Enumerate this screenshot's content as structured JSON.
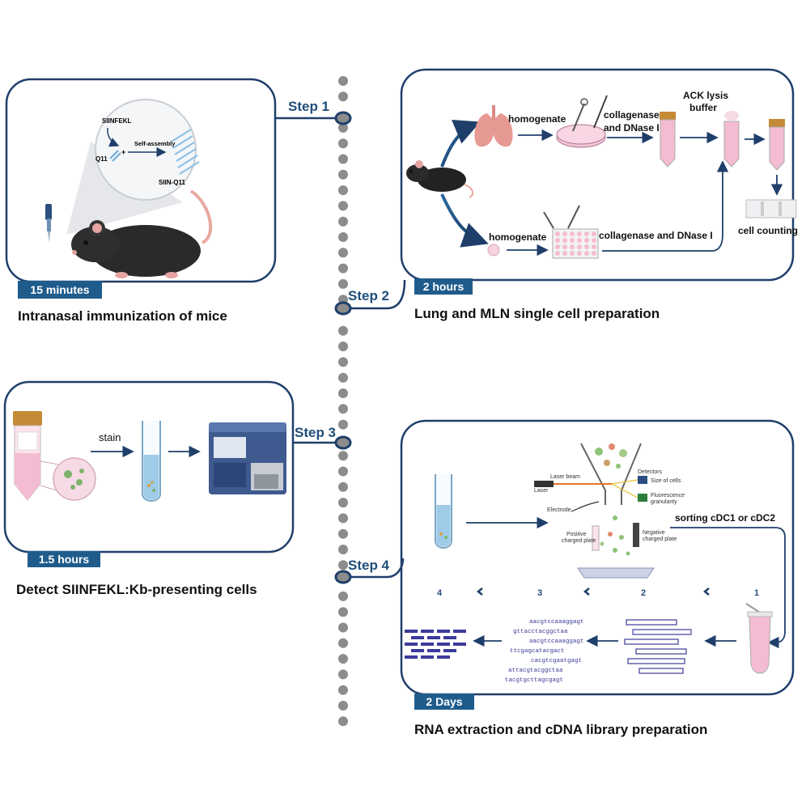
{
  "steps": [
    {
      "label": "Step 1",
      "duration": "15 minutes",
      "caption": "Intranasal immunization of mice"
    },
    {
      "label": "Step 2",
      "duration": "2 hours",
      "caption": "Lung and MLN single cell preparation"
    },
    {
      "label": "Step 3",
      "duration": "1.5 hours",
      "caption": "Detect SIINFEKL:Kb-presenting cells"
    },
    {
      "label": "Step 4",
      "duration": "2 Days",
      "caption": "RNA extraction and cDNA library preparation"
    }
  ],
  "panel1": {
    "peptide": "SIINFEKL",
    "q11": "Q11",
    "plus": "+",
    "assembly": "Self-assembly",
    "product": "SIIN-Q11"
  },
  "panel2": {
    "homogenate_top": "homogenate",
    "collagenase_top_1": "collagenase",
    "collagenase_top_2": "and DNase I",
    "ack_1": "ACK lysis",
    "ack_2": "buffer",
    "homogenate_bottom": "homogenate",
    "collagenase_bottom": "collagenase and DNase I",
    "cell_counting": "cell counting"
  },
  "panel3": {
    "stain": "stain"
  },
  "panel4": {
    "laser_beam": "Laser beam",
    "laser": "Laser",
    "detectors": "Detectors",
    "size_of_cells": "Size of cells",
    "fluorescence": "Fluorescence",
    "granularity": "granularity",
    "electrode": "Electrode",
    "positive_plate_1": "Positive",
    "positive_plate_2": "charged plate",
    "negative_plate_1": "Negative",
    "negative_plate_2": "charged plate",
    "sorting": "sorting  cDC1 or cDC2",
    "stage_numbers": [
      "4",
      "3",
      "2",
      "1"
    ],
    "sequences": [
      "aacgtccaaaggagt",
      "gttacctacggctaa",
      "aacgtccaaaggagt",
      "ttcgagcatacgact",
      "cacgtcgaatgagt",
      "attacgtacggctaa",
      "tacgtgcttagcgagt"
    ]
  },
  "colors": {
    "navy": "#1f3f6b",
    "badge": "#1f5c8c",
    "timeline_dot": "#8c8c8c",
    "tube_liquid": "#f4bcd2",
    "blue_liquid": "#9ecbe8"
  }
}
